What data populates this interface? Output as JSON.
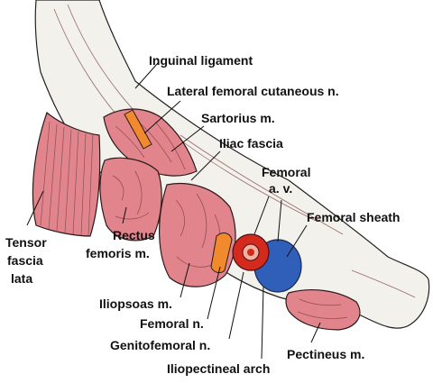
{
  "labels": {
    "inguinal_ligament": "Inguinal ligament",
    "lateral_femoral_cutaneous": "Lateral femoral cutaneous n.",
    "sartorius": "Sartorius m.",
    "iliac_fascia": "Iliac fascia",
    "femoral_av_line1": "Femoral",
    "femoral_av_line2": "a. v.",
    "femoral_sheath": "Femoral sheath",
    "tensor_line1": "Tensor",
    "tensor_line2": "fascia",
    "tensor_line3": "lata",
    "rectus_line1": "Rectus",
    "rectus_line2": "femoris m.",
    "iliopsoas": "Iliopsoas m.",
    "femoral_n": "Femoral n.",
    "genitofemoral": "Genitofemoral n.",
    "pectineus": "Pectineus m.",
    "iliopectineal_arch": "Iliopectineal arch"
  },
  "colors": {
    "muscle": "#e1848b",
    "artery": "#d42a1e",
    "vein": "#2f5fb8",
    "nerve": "#f08a2c",
    "fascia": "#f3f1ec"
  }
}
